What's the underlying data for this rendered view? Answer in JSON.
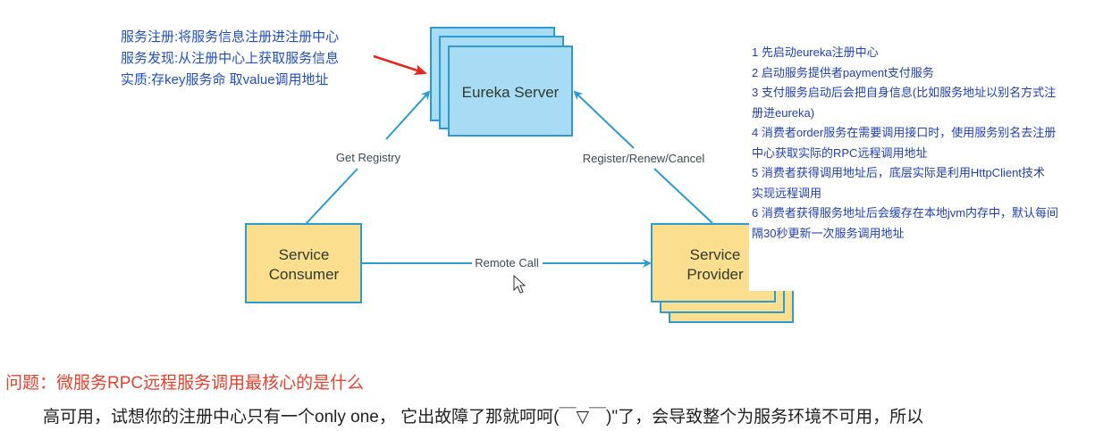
{
  "diagram": {
    "eureka_server": {
      "label": "Eureka Server",
      "fill": "#a8dcf5",
      "stroke": "#2a9bd3"
    },
    "service_consumer": {
      "label_line1": "Service",
      "label_line2": "Consumer",
      "fill": "#fbdf8f",
      "stroke": "#2a9bd3"
    },
    "service_provider": {
      "label_line1": "Service",
      "label_line2": "Provider",
      "fill": "#fbdf8f",
      "stroke": "#2a9bd3"
    },
    "edges": {
      "get_registry": "Get Registry",
      "register_renew_cancel": "Register/Renew/Cancel",
      "remote_call": "Remote Call"
    },
    "edge_color": "#2a9bd3",
    "annotation_arrow_color": "#e8261a"
  },
  "left_notes": [
    "服务注册:将服务信息注册进注册中心",
    "服务发现:从注册中心上获取服务信息",
    "实质:存key服务命 取value调用地址"
  ],
  "steps": [
    "1 先启动eureka注册中心",
    "2 启动服务提供者payment支付服务",
    "3 支付服务启动后会把自身信息(比如服务地址以别名方式注",
    "册进eureka)",
    "4 消费者order服务在需要调用接口时，使用服务别名去注册",
    "中心获取实际的RPC远程调用地址",
    "5 消费者获得调用地址后，底层实际是利用HttpClient技术",
    "实现远程调用",
    "6 消费者获得服务地址后会缓存在本地jvm内存中，默认每间",
    "隔30秒更新一次服务调用地址"
  ],
  "question": "问题：微服务RPC远程服务调用最核心的是什么",
  "answer": "高可用，试想你的注册中心只有一个only one， 它出故障了那就呵呵(￣▽￣)\"了，会导致整个为服务环境不可用，所以"
}
